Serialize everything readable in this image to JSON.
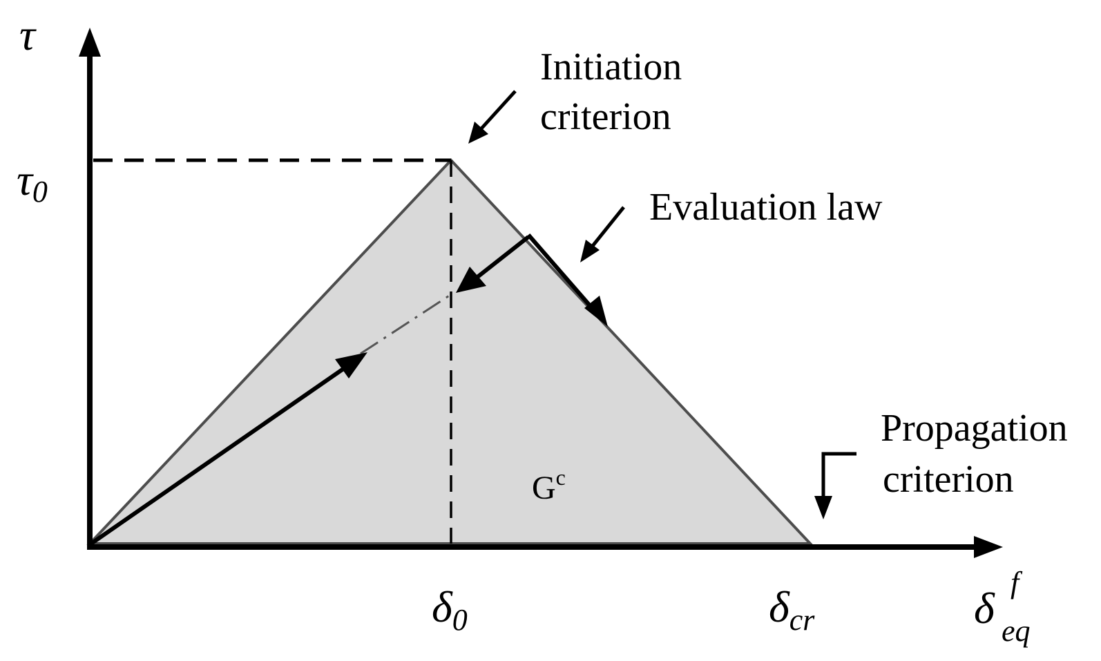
{
  "labels": {
    "y_axis": "τ",
    "tau0_main": "τ",
    "tau0_sub": "0",
    "delta0_main": "δ",
    "delta0_sub": "0",
    "deltacr_main": "δ",
    "deltacr_sub": "cr",
    "deltaeq_main": "δ",
    "deltaeq_sup": "f",
    "deltaeq_sub": "eq",
    "gc_main": "G",
    "gc_sup": "c",
    "initiation_line1": "Initiation",
    "initiation_line2": "criterion",
    "evaluation": "Evaluation law",
    "propagation_line1": "Propagation",
    "propagation_line2": "criterion"
  },
  "colors": {
    "fill": "#d9d9d9",
    "triangle_edge": "#4d4d4d",
    "ink": "#000000"
  }
}
